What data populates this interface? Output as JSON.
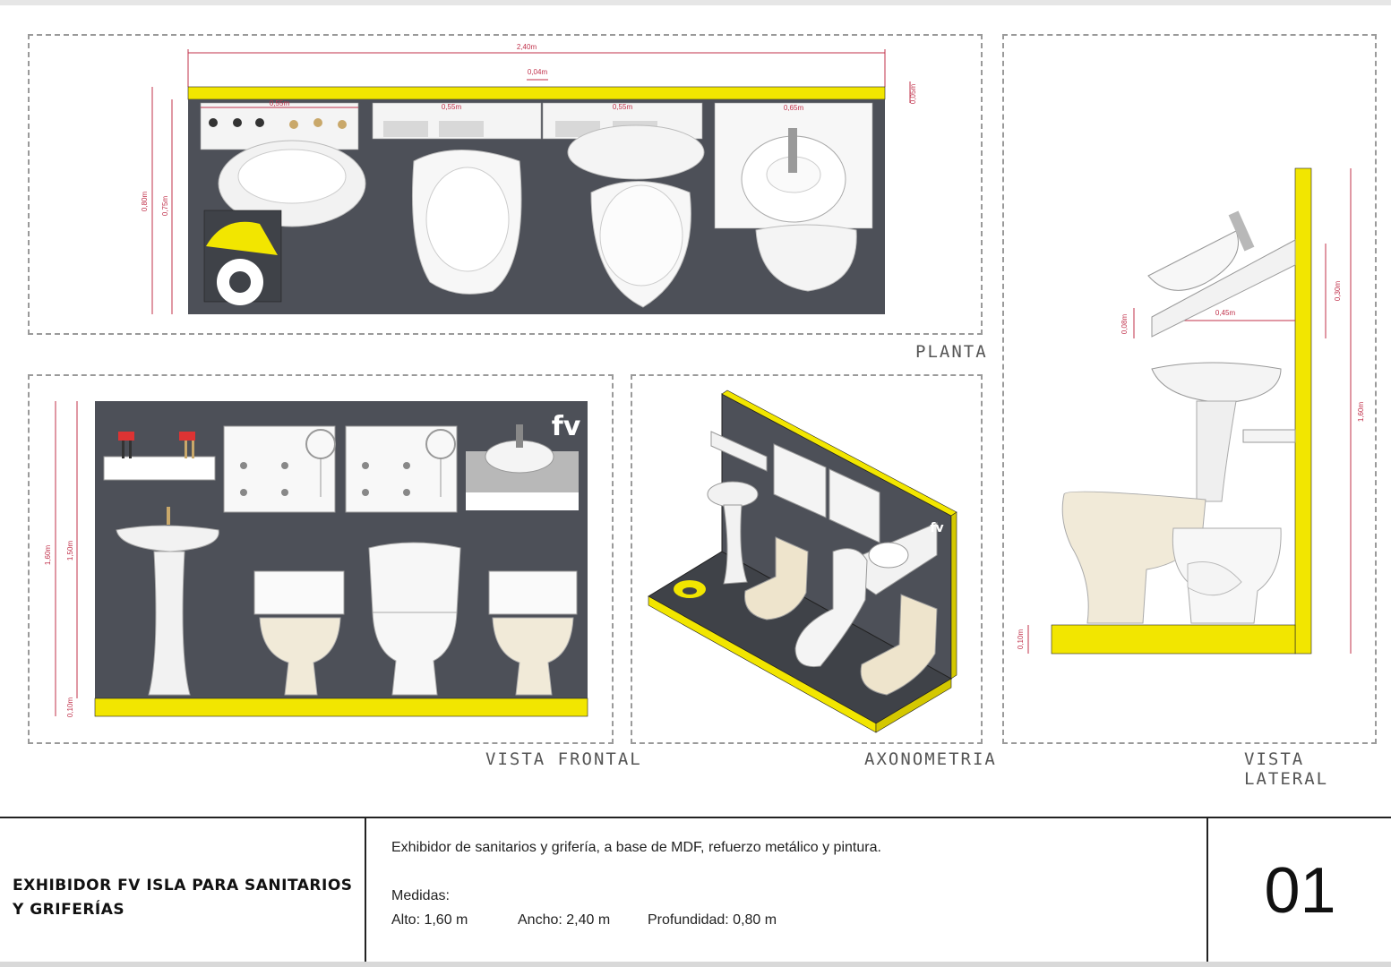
{
  "views": {
    "planta": "PLANTA",
    "vista_frontal": "VISTA FRONTAL",
    "axonometria": "AXONOMETRIA",
    "vista_lateral": "VISTA LATERAL"
  },
  "dimensions": {
    "planta": {
      "total_width": "2,40m",
      "gap": "0,04m",
      "module_1": "0,55m",
      "module_2": "0,55m",
      "module_3": "0,55m",
      "module_4": "0,65m",
      "depth_outer": "0,80m",
      "depth_inner": "0,75m",
      "plinth": "0,05m"
    },
    "frontal": {
      "height_total": "1,60m",
      "height_panel": "1,50m",
      "base": "0,10m"
    },
    "lateral": {
      "height_total": "1,60m",
      "shelf_height": "0,30m",
      "shelf_depth": "0,45m",
      "shelf_thickness": "0,08m",
      "base": "0,10m"
    }
  },
  "brand": {
    "logo_text": "fv",
    "accent_color": "#f2e600",
    "panel_color": "#4d5058",
    "dimension_color": "#c0304a"
  },
  "title_block": {
    "title_line1": "EXHIBIDOR FV ISLA PARA SANITARIOS",
    "title_line2": "Y GRIFERÍAS",
    "description": "Exhibidor de sanitarios y grifería, a base de MDF, refuerzo metálico y pintura.",
    "medidas_label": "Medidas:",
    "alto": "Alto:  1,60 m",
    "ancho": "Ancho: 2,40 m",
    "profundidad": "Profundidad: 0,80 m",
    "sheet_number": "01"
  }
}
